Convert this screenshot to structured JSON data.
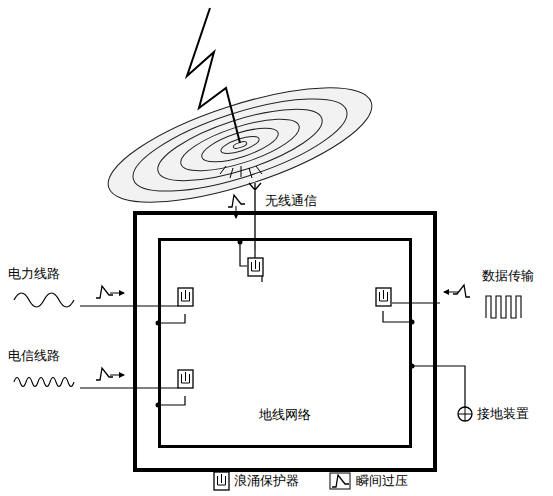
{
  "diagram": {
    "nodes": [
      {
        "text": [
          "地线网络"
        ]
      }
    ],
    "labels": [
      "无线通信",
      "电力线路",
      "电信线路",
      "数据传输",
      "接地装置"
    ],
    "legend": [
      {
        "text": "浪涌保护器"
      },
      {
        "text": "瞬间过压"
      }
    ]
  }
}
